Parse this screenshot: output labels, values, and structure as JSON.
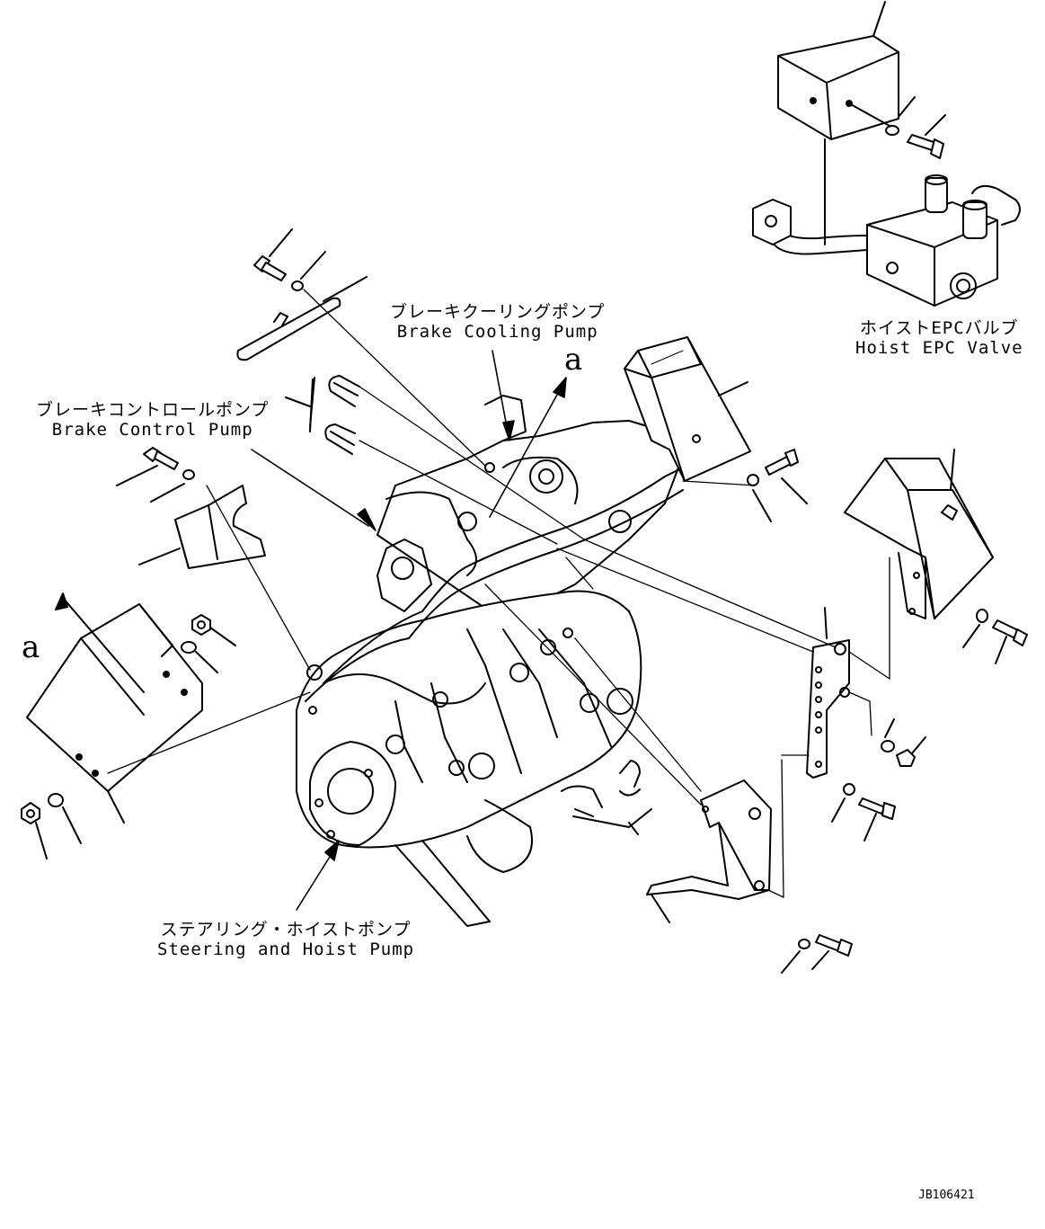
{
  "labels": {
    "brake_cooling_pump": {
      "jp": "ブレーキクーリングポンプ",
      "en": "Brake Cooling Pump"
    },
    "brake_control_pump": {
      "jp": "ブレーキコントロールポンプ",
      "en": "Brake Control Pump"
    },
    "hoist_epc_valve": {
      "jp": "ホイストEPCバルブ",
      "en": "Hoist EPC Valve"
    },
    "steering_hoist_pump": {
      "jp": "ステアリング・ホイストポンプ",
      "en": "Steering and Hoist Pump"
    }
  },
  "references": {
    "a_top": "a",
    "a_left": "a"
  },
  "drawing_number": "JB106421"
}
